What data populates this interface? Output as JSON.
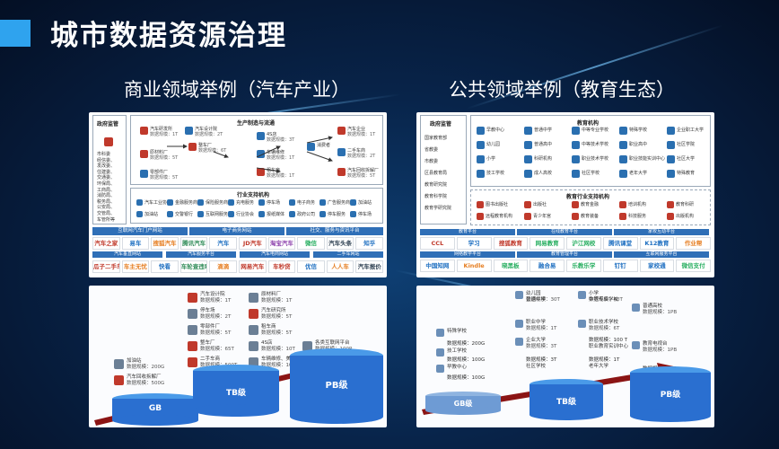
{
  "header": {
    "title": "城市数据资源治理"
  },
  "sections": {
    "left": "商业领域举例（汽车产业）",
    "right": "公共领域举例（教育生态）"
  },
  "auto": {
    "supervision": "政府监管",
    "supervision_items": [
      "市科委",
      "经信委、",
      "发改委、",
      "住建委、",
      "交通委、",
      "环保局、",
      "工商局、",
      "消防局、",
      "税务局、",
      "公安局、",
      "交管局、",
      "车管所等"
    ],
    "manufacturing": "生产制造与流通",
    "nodes": [
      {
        "name": "汽车研发所",
        "value": "数据规模：1T"
      },
      {
        "name": "汽车设计院",
        "value": "数据规模：2T"
      },
      {
        "name": "原材料厂",
        "value": "数据规模：5T"
      },
      {
        "name": "零部件厂",
        "value": "数据规模：5T"
      },
      {
        "name": "整车厂",
        "value": "数据规模：6T"
      },
      {
        "name": "4S店",
        "value": "数据规模：3T"
      },
      {
        "name": "汽车企业",
        "value": "数据规模：1T"
      },
      {
        "name": "二手车商",
        "value": "数据规模：2T"
      },
      {
        "name": "汽车回收拆解厂",
        "value": "数据规模：5T"
      },
      {
        "name": "车辆维修",
        "value": "数据规模：1T"
      },
      {
        "name": "租车商",
        "value": "数据规模：1T"
      },
      {
        "name": "消费者",
        "value": ""
      }
    ],
    "industry_support": "行业支持机构",
    "support_items": [
      "汽车工业协会",
      "金融服务商",
      "保险服务商",
      "充电服务",
      "停车场",
      "电子商务",
      "广告服务商",
      "加油站",
      "加油站",
      "交警银行",
      "互联网服务",
      "行业协会",
      "报纸媒体",
      "政府公司",
      "停车服务",
      "停车场"
    ],
    "internet": "互联网汽车门户网站",
    "platform": "电子商务网站",
    "aftermarket": "社交、服务与资讯平台",
    "sub_bars": [
      "汽车垂直网站",
      "汽车服务平台",
      "汽车电商网站",
      "二手车网站"
    ],
    "logos_row1": [
      "汽车之家",
      "易车",
      "搜狐汽车",
      "腾讯汽车",
      "汽车",
      "JD汽车",
      "淘宝汽车",
      "微信",
      "汽车头条",
      "知乎"
    ],
    "logos_row2": [
      "瓜子二手车",
      "车主无忧",
      "快看",
      "车轮查违章",
      "滴滴",
      "网易汽车",
      "车秒贷",
      "优信",
      "人人车",
      "汽车报价"
    ]
  },
  "edu": {
    "supervision": "政府监管",
    "supervision_items": [
      "国家教育部",
      "省教委",
      "市教委",
      "区县教育局",
      "教育研究院",
      "教育科学院",
      "教育学研究院"
    ],
    "orgs": "教育机构",
    "org_items": [
      "早教中心",
      "普通中学",
      "中等专业学校",
      "特殊学校",
      "企业职工大学",
      "幼儿园",
      "普通高中",
      "中等技术学校",
      "职业高中",
      "社区学院",
      "小学",
      "科研机构",
      "职业技术学校",
      "职业技能实训中心",
      "社区大学",
      "技工学校",
      "成人高校",
      "社区学校",
      "老年大学",
      "特殊教育"
    ],
    "support": "教育行业支持机构",
    "support_items": [
      "图书出版社",
      "出版社",
      "教育金融",
      "培训机构",
      "教育科研",
      "远程教育机构",
      "青少年宫",
      "教育装备",
      "科技服务",
      "出版机构"
    ],
    "bars": [
      "教育平台",
      "在线教育平台",
      "家校互动平台",
      "网络教学平台",
      "教育管理平台",
      "互联网服务平台"
    ],
    "logos_row1": [
      "CCL",
      "学习",
      "搜狐教育",
      "网易教育",
      "沪江网校",
      "腾讯课堂",
      "K12教育",
      "作业帮"
    ],
    "logos_row2": [
      "中国知网",
      "Kindle",
      "晓黑板",
      "融合易",
      "乐教乐学",
      "钉钉",
      "家校通",
      "微信支付"
    ]
  },
  "bottom_left": {
    "items": [
      {
        "name": "汽车设计院",
        "value": "数据规模：1T"
      },
      {
        "name": "原材料厂",
        "value": "数据规模：1T"
      },
      {
        "name": "停车场",
        "value": "数据规模：2T"
      },
      {
        "name": "汽车研究所",
        "value": "数据规模：5T"
      },
      {
        "name": "零部件厂",
        "value": "数据规模：5T"
      },
      {
        "name": "租车商",
        "value": "数据规模：5T"
      },
      {
        "name": "整车厂",
        "value": "数据规模：65T"
      },
      {
        "name": "4S店",
        "value": "数据规模：10T"
      },
      {
        "name": "加油站",
        "value": "数据规模：200G"
      },
      {
        "name": "二手车商",
        "value": "数据规模：500T"
      },
      {
        "name": "车辆维修、美容",
        "value": "数据规模：100T"
      },
      {
        "name": "各类互联网平台",
        "value": "数据规模：100P"
      },
      {
        "name": "汽车回收拆解厂",
        "value": "数据规模：500G"
      }
    ],
    "levels": [
      "GB",
      "TB级",
      "PB级"
    ]
  },
  "bottom_right": {
    "items": [
      {
        "name": "幼儿园",
        "value": "数据规模：30T"
      },
      {
        "name": "普通中学",
        "value": ""
      },
      {
        "name": "小学",
        "value": "数据规模：40T"
      },
      {
        "name": "中等专业学校",
        "value": ""
      },
      {
        "name": "普通高校",
        "value": "数据规模：1PB"
      },
      {
        "name": "特殊学校",
        "value": ""
      },
      {
        "name": "职业中学",
        "value": "数据规模：1T"
      },
      {
        "name": "职业技术学校",
        "value": "数据规模：6T"
      },
      {
        "name": "数据规模：200G",
        "value": ""
      },
      {
        "name": "技工学校",
        "value": ""
      },
      {
        "name": "企业大学",
        "value": "数据规模：3T"
      },
      {
        "name": "数据规模：100 T",
        "value": ""
      },
      {
        "name": "职业教育实训中心",
        "value": ""
      },
      {
        "name": "教育电视台",
        "value": "数据规模：1PB"
      },
      {
        "name": "数据规模：100G",
        "value": ""
      },
      {
        "name": "早教中心",
        "value": ""
      },
      {
        "name": "数据规模：3T",
        "value": ""
      },
      {
        "name": "社区学校",
        "value": ""
      },
      {
        "name": "数据规模：1T",
        "value": ""
      },
      {
        "name": "老年大学",
        "value": ""
      },
      {
        "name": "数据规模：1PB",
        "value": ""
      },
      {
        "name": "数据规模：100G",
        "value": ""
      }
    ],
    "levels": [
      "GB级",
      "TB级",
      "PB级"
    ]
  },
  "colors": {
    "accent": "#2fa3ee",
    "cyl_blue": "#2a6fd0",
    "arrow": "#8b1414",
    "title": "#ffffff"
  }
}
